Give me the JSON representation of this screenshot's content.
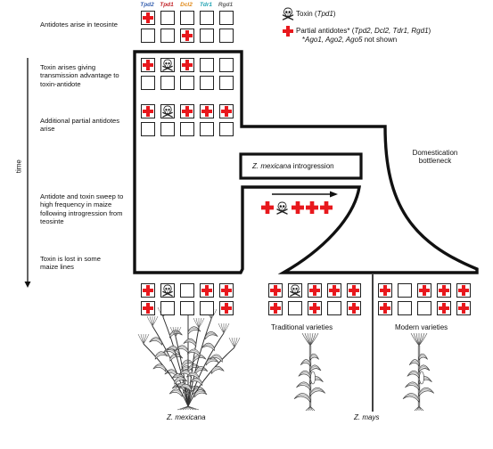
{
  "colors": {
    "cross": "#e8181d",
    "Tpd2": "#3a63b0",
    "Tpd1": "#c3272b",
    "Dcl2": "#e08a1a",
    "Tdr1": "#22a3b3",
    "Rgd1": "#666666"
  },
  "gene_headers": [
    "Tpd2",
    "Tpd1",
    "Dcl2",
    "Tdr1",
    "Rgd1"
  ],
  "stages": {
    "s1": "Antidotes arise in teosinte",
    "s2": "Toxin arises giving transmission advantage to toxin-antidote",
    "s3": "Additional partial antidotes arise",
    "s4": "Antidote and toxin sweep to high frequency in maize following introgression from teosinte",
    "s5": "Toxin is lost in some maize lines"
  },
  "time_label": "time",
  "legend": {
    "toxin_label": "Toxin (",
    "toxin_gene": "Tpd1",
    "toxin_close": ")",
    "partial_label": "Partial antidotes* (",
    "partial_genes": "Tpd2, Dcl2, Tdr1, Rgd1",
    "partial_close": ")",
    "note_prefix": "*",
    "note_genes": "Ago1, Ago2, Ago5",
    "note_suffix": " not shown"
  },
  "labels": {
    "introgression_species": "Z. mexicana",
    "introgression_word": " introgression",
    "domestication": "Domestication bottleneck",
    "traditional": "Traditional varieties",
    "modern": "Modern varieties",
    "z_mexicana": "Z. mexicana",
    "z_mays": "Z. mays"
  },
  "icons": {
    "toxin": "skull-icon",
    "antidote": "red-cross-icon"
  },
  "grids": [
    {
      "id": "teosinte-origin",
      "rows": [
        [
          "X",
          "",
          "",
          "",
          ""
        ],
        [
          "",
          "",
          "X",
          "",
          ""
        ]
      ]
    },
    {
      "id": "toxin-arises",
      "rows": [
        [
          "X",
          "T",
          "X",
          "",
          ""
        ],
        [
          "",
          "",
          "",
          "",
          ""
        ]
      ]
    },
    {
      "id": "additional-antidotes",
      "rows": [
        [
          "X",
          "T",
          "X",
          "X",
          "X"
        ],
        [
          "",
          "",
          "",
          "",
          ""
        ]
      ]
    },
    {
      "id": "z-mexicana-final",
      "rows": [
        [
          "X",
          "T",
          "",
          "X",
          "X"
        ],
        [
          "X",
          "",
          "",
          "",
          "X"
        ]
      ]
    },
    {
      "id": "traditional-varieties",
      "rows": [
        [
          "X",
          "T",
          "X",
          "X",
          "X"
        ],
        [
          "X",
          "",
          "X",
          "",
          "X"
        ]
      ]
    },
    {
      "id": "modern-varieties",
      "rows": [
        [
          "X",
          "",
          "X",
          "X",
          "X"
        ],
        [
          "X",
          "",
          "",
          "X",
          "X"
        ]
      ]
    }
  ],
  "sweep_row": [
    "X",
    "T",
    "X",
    "X",
    "X"
  ]
}
